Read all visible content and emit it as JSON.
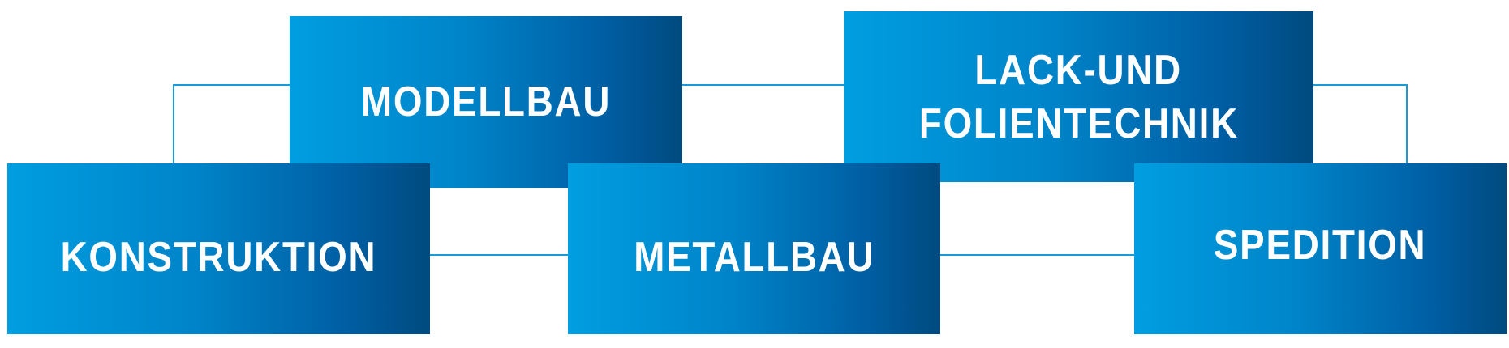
{
  "boxes": {
    "modellbau": "MODELLBAU",
    "lack_line1": "LACK-UND",
    "lack_line2": "FOLIENTECHNIK",
    "konstruktion": "KONSTRUKTION",
    "metallbau": "METALLBAU",
    "spedition": "SPEDITION"
  },
  "colors": {
    "gradient_start": "#009ee0",
    "gradient_end": "#004a7f",
    "connector": "#1a9ad6"
  }
}
